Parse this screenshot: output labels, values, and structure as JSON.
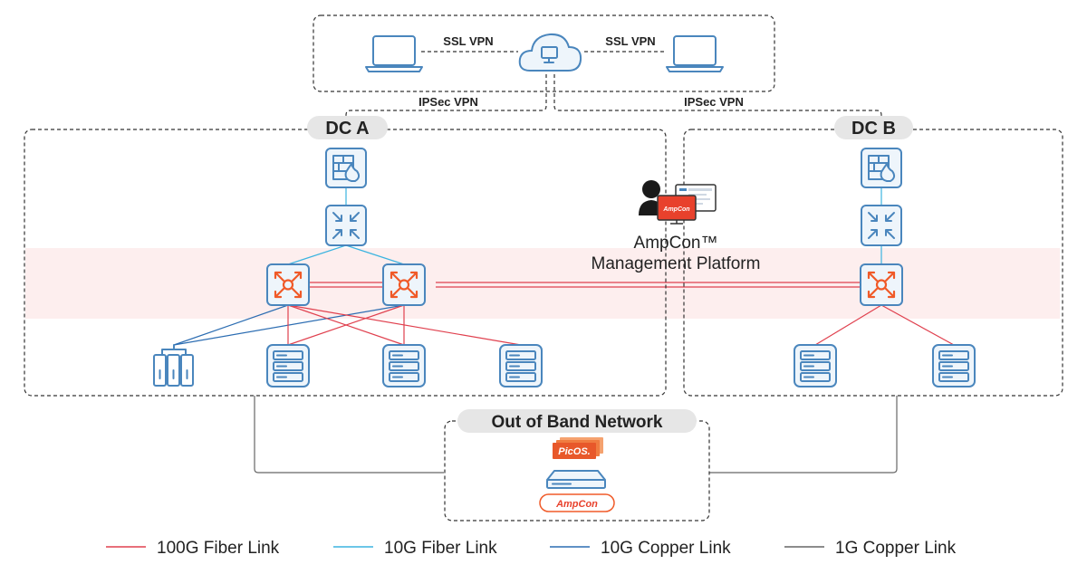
{
  "remote": {
    "ssl_left": "SSL VPN",
    "ssl_right": "SSL VPN",
    "ipsec_left": "IPSec VPN",
    "ipsec_right": "IPSec VPN"
  },
  "dc_a": {
    "title": "DC A"
  },
  "dc_b": {
    "title": "DC B"
  },
  "management": {
    "line1": "AmpCon™",
    "line2": "Management Platform",
    "logo": "AmpCon"
  },
  "oob": {
    "title": "Out of Band Network",
    "picos_logo": "PicOS.",
    "ampcon_logo": "AmpCon"
  },
  "legend": [
    {
      "label": "100G Fiber Link",
      "color": "#e0404e"
    },
    {
      "label": "10G Fiber Link",
      "color": "#3bb4e0"
    },
    {
      "label": "10G Copper Link",
      "color": "#2c6db2"
    },
    {
      "label": "1G Copper Link",
      "color": "#666666"
    }
  ],
  "colors": {
    "accent_orange": "#f05a28",
    "device_blue": "#4a86bd",
    "highlight_band": "#fdeeee"
  }
}
